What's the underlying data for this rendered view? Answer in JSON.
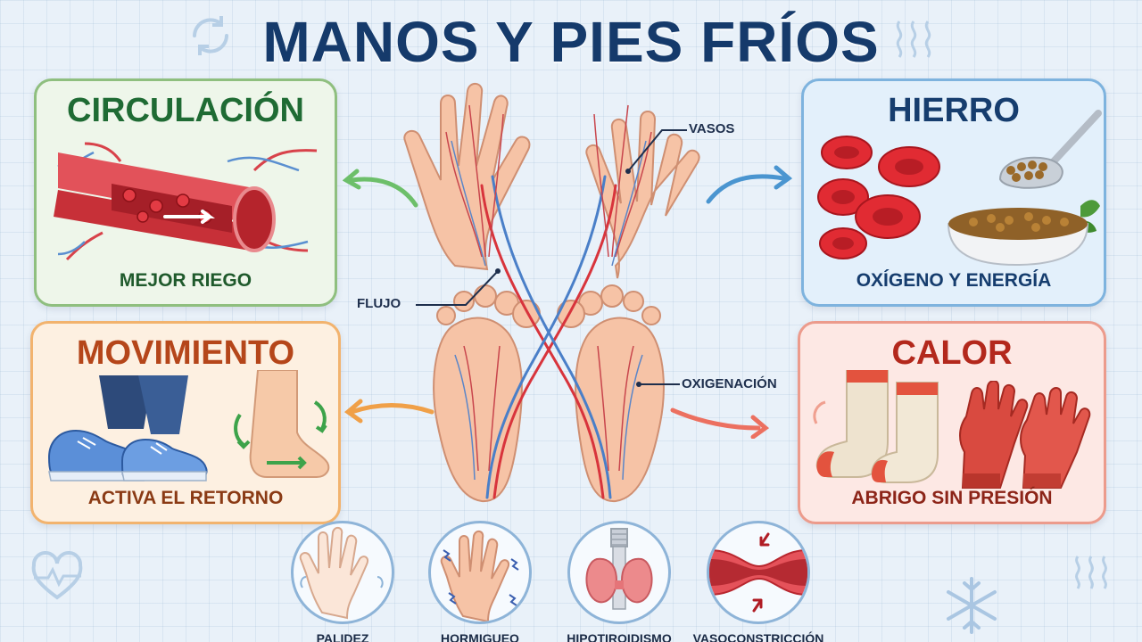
{
  "title": "MANOS Y PIES FRÍOS",
  "cards": {
    "circulacion": {
      "title": "CIRCULACIÓN",
      "subtitle": "MEJOR RIEGO"
    },
    "hierro": {
      "title": "HIERRO",
      "subtitle": "OXÍGENO Y ENERGÍA"
    },
    "movimiento": {
      "title": "MOVIMIENTO",
      "subtitle": "ACTIVA EL RETORNO"
    },
    "calor": {
      "title": "CALOR",
      "subtitle": "ABRIGO SIN PRESIÓN"
    }
  },
  "callouts": {
    "vasos": "VASOS",
    "flujo": "FLUJO",
    "oxigenacion": "OXIGENACIÓN"
  },
  "symptoms": [
    {
      "label": "PALIDEZ",
      "icon": "pale-hand-icon"
    },
    {
      "label": "HORMIGUEO",
      "icon": "tingling-hand-icon"
    },
    {
      "label": "HIPOTIROIDISMO",
      "icon": "thyroid-icon"
    },
    {
      "label": "VASOCONSTRICCIÓN",
      "icon": "narrowed-vessel-icon"
    }
  ],
  "colors": {
    "title": "#153a6b",
    "circulacion": "#1f6b34",
    "hierro": "#163d6e",
    "movimiento": "#b5461a",
    "calor": "#b3281c"
  }
}
